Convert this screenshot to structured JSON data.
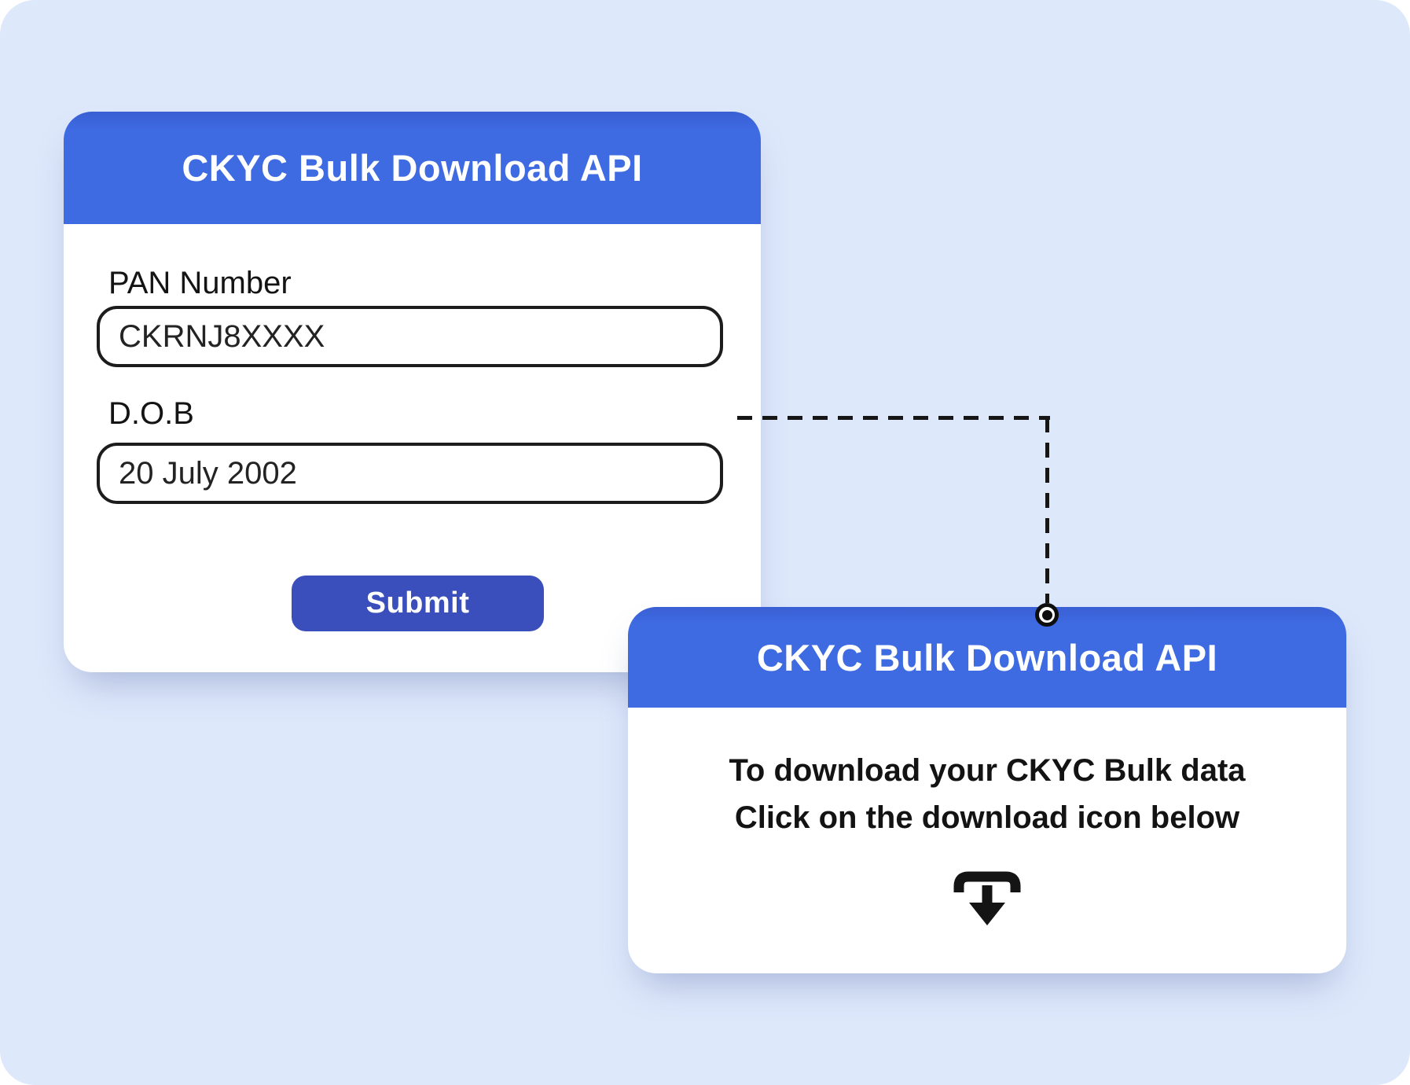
{
  "theme": {
    "background": "#dee8fb",
    "header_blue": "#3e6ae2",
    "submit_blue": "#3a4ebc",
    "card_white": "#ffffff",
    "ink": "#161616"
  },
  "form_card": {
    "title": "CKYC Bulk Download API",
    "fields": [
      {
        "label": "PAN Number",
        "value": "CKRNJ8XXXX"
      },
      {
        "label": "D.O.B",
        "value": "20 July 2002"
      }
    ],
    "submit_label": "Submit"
  },
  "result_card": {
    "title": "CKYC Bulk Download API",
    "line1": "To download your CKYC Bulk data",
    "line2": "Click on the download icon below",
    "icon": "download-tray-icon"
  }
}
